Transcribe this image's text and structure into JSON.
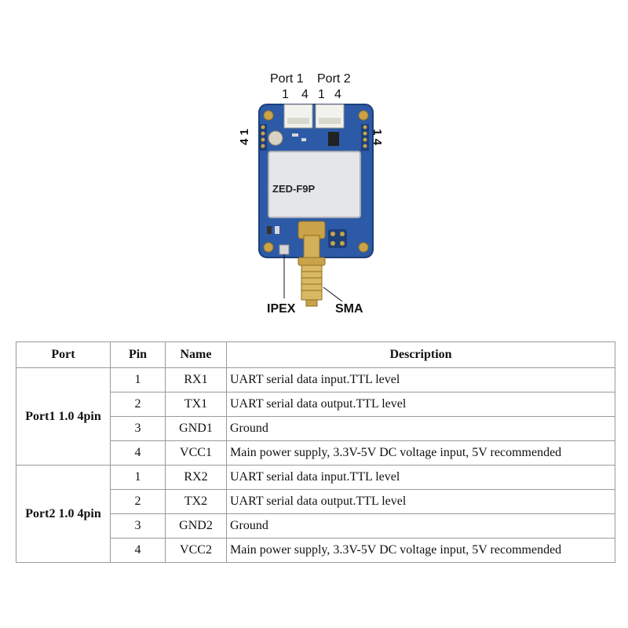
{
  "figure": {
    "port1_label": "Port 1",
    "port2_label": "Port 2",
    "port1_pin_left": "1",
    "port1_pin_right": "4",
    "port2_pin_left": "1",
    "port2_pin_right": "4",
    "left_header_pins": "4 1",
    "right_header_pins": "1 4",
    "chip_label": "ZED-F9P",
    "ipex_label": "IPEX",
    "sma_label": "SMA"
  },
  "table": {
    "headers": [
      "Port",
      "Pin",
      "Name",
      "Description"
    ],
    "groups": [
      {
        "port": "Port1 1.0 4pin",
        "rows": [
          {
            "pin": "1",
            "name": "RX1",
            "desc": "UART serial data input.TTL level"
          },
          {
            "pin": "2",
            "name": "TX1",
            "desc": "UART serial data output.TTL level"
          },
          {
            "pin": "3",
            "name": "GND1",
            "desc": "Ground"
          },
          {
            "pin": "4",
            "name": "VCC1",
            "desc": "Main power supply, 3.3V-5V DC voltage input, 5V recommended"
          }
        ]
      },
      {
        "port": "Port2 1.0 4pin",
        "rows": [
          {
            "pin": "1",
            "name": "RX2",
            "desc": "UART serial data input.TTL level"
          },
          {
            "pin": "2",
            "name": "TX2",
            "desc": "UART serial data output.TTL level"
          },
          {
            "pin": "3",
            "name": "GND2",
            "desc": "Ground"
          },
          {
            "pin": "4",
            "name": "VCC2",
            "desc": "Main power supply, 3.3V-5V DC voltage input, 5V recommended"
          }
        ]
      }
    ]
  },
  "colors": {
    "pcb_blue": "#2c5aa6",
    "shield_silver": "#e4e6ea",
    "gold": "#c9a24a"
  }
}
